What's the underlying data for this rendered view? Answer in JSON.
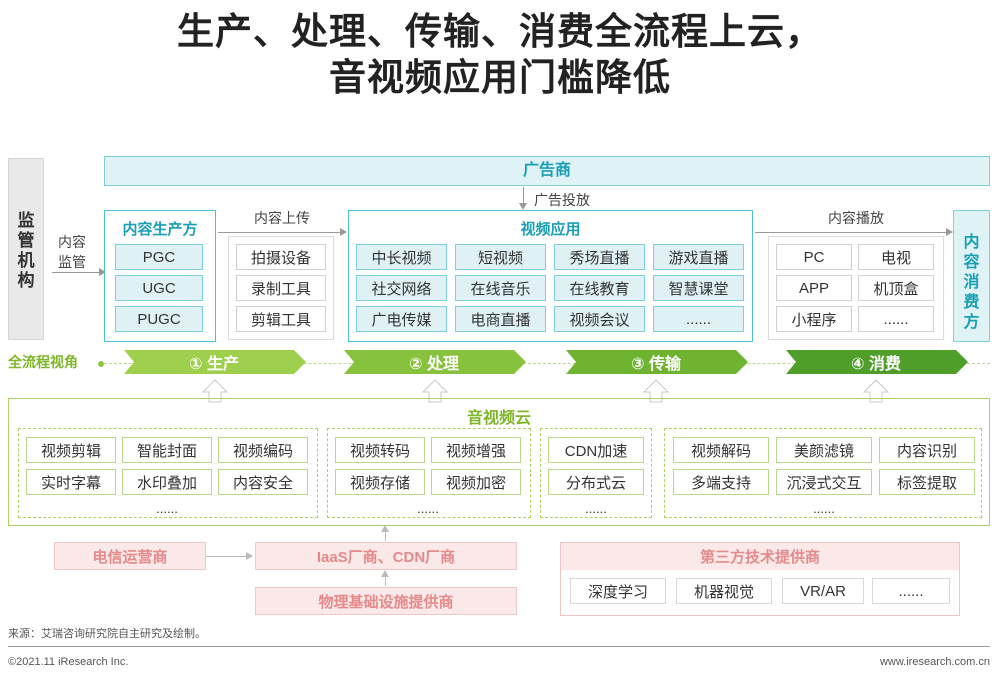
{
  "title": {
    "line1": "生产、处理、传输、消费全流程上云，",
    "line2": "音视频应用门槛降低"
  },
  "regulator": {
    "label": "监管机构",
    "edge_label": "内容监管"
  },
  "advertiser": {
    "label": "广告商",
    "edge_label": "广告投放"
  },
  "producer": {
    "header": "内容生产方",
    "items": [
      "PGC",
      "UGC",
      "PUGC"
    ]
  },
  "upload": {
    "edge_label": "内容上传",
    "items": [
      "拍摄设备",
      "录制工具",
      "剪辑工具"
    ]
  },
  "video_apps": {
    "header": "视频应用",
    "items": [
      "中长视频",
      "短视频",
      "秀场直播",
      "游戏直播",
      "社交网络",
      "在线音乐",
      "在线教育",
      "智慧课堂",
      "广电传媒",
      "电商直播",
      "视频会议",
      "......"
    ]
  },
  "playback": {
    "edge_label": "内容播放",
    "items": [
      "PC",
      "电视",
      "APP",
      "机顶盒",
      "小程序",
      "......"
    ]
  },
  "consumer": {
    "label": "内容消费方"
  },
  "flow": {
    "label": "全流程视角",
    "stages": [
      "① 生产",
      "② 处理",
      "③ 传输",
      "④ 消费"
    ]
  },
  "av_cloud": {
    "header": "音视频云",
    "produce": [
      "视频剪辑",
      "智能封面",
      "视频编码",
      "实时字幕",
      "水印叠加",
      "内容安全",
      "......"
    ],
    "process": [
      "视频转码",
      "视频增强",
      "视频存储",
      "视频加密",
      "......"
    ],
    "transmit": [
      "CDN加速",
      "分布式云",
      "......"
    ],
    "consume": [
      "视频解码",
      "美颜滤镜",
      "内容识别",
      "多端支持",
      "沉浸式交互",
      "标签提取",
      "......"
    ]
  },
  "infra": {
    "telecom": "电信运营商",
    "iaas": "IaaS厂商、CDN厂商",
    "physical": "物理基础设施提供商",
    "third_party": "第三方技术提供商",
    "third_items": [
      "深度学习",
      "机器视觉",
      "VR/AR",
      "......"
    ]
  },
  "footer": {
    "source": "来源：艾瑞咨询研究院自主研究及绘制。",
    "copyright": "©2021.11 iResearch Inc.",
    "url": "www.iresearch.com.cn"
  },
  "colors": {
    "cyan": "#4cc1d0",
    "green": "#8dc63f",
    "red": "#e8a0a0",
    "header_cyan": "#1a9fb5"
  }
}
